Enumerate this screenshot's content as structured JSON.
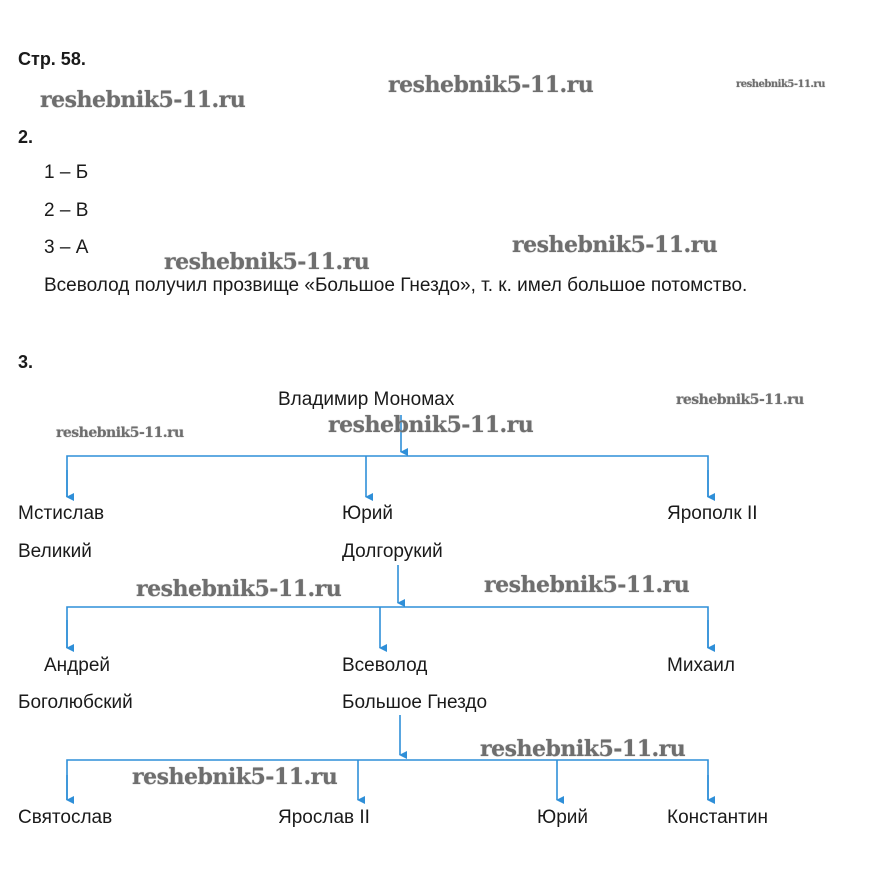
{
  "page_header": "Стр. 58.",
  "watermark": "reshebnik5-11.ru",
  "task2": {
    "number": "2.",
    "answers": [
      "1 – Б",
      "2 – В",
      "3 – А"
    ],
    "explanation": "Всеволод получил прозвище «Большое Гнездо», т. к. имел большое потомство."
  },
  "task3": {
    "number": "3.",
    "tree": {
      "root": "Владимир Мономах",
      "level1": [
        {
          "line1": "Мстислав",
          "line2": "Великий"
        },
        {
          "line1": "Юрий",
          "line2": "Долгорукий"
        },
        {
          "line1": "Ярополк II",
          "line2": ""
        }
      ],
      "level2": [
        {
          "line1": "Андрей",
          "line2": "Боголюбский"
        },
        {
          "line1": "Всеволод",
          "line2": "Большое Гнездо"
        },
        {
          "line1": "Михаил",
          "line2": ""
        }
      ],
      "level3": [
        {
          "line1": "Святослав"
        },
        {
          "line1": "Ярослав II"
        },
        {
          "line1": "Юрий"
        },
        {
          "line1": "Константин"
        }
      ]
    }
  },
  "colors": {
    "connector": "#2f8fd8",
    "text": "#1a1a1a",
    "watermark": "#6e6e6e"
  }
}
